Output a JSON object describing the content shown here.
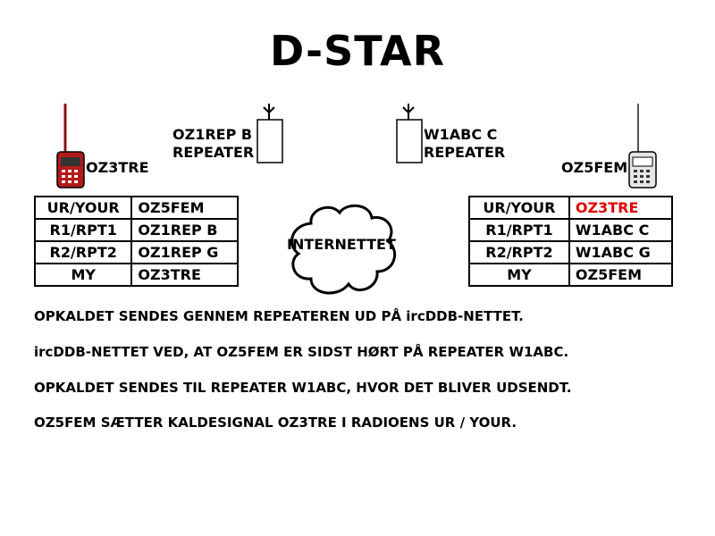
{
  "title": "D-STAR",
  "stations": {
    "left_call": "OZ3TRE",
    "right_call": "OZ5FEM"
  },
  "repeaters": {
    "left": {
      "line1": "OZ1REP B",
      "line2": "REPEATER"
    },
    "right": {
      "line1": "W1ABC C",
      "line2": "REPEATER"
    }
  },
  "cloud_label": "INTERNETTET",
  "left_table": {
    "rows": [
      {
        "key": "UR/YOUR",
        "value": "OZ5FEM"
      },
      {
        "key": "R1/RPT1",
        "value": "OZ1REP B"
      },
      {
        "key": "R2/RPT2",
        "value": "OZ1REP G"
      },
      {
        "key": "MY",
        "value": "OZ3TRE"
      }
    ]
  },
  "right_table": {
    "rows": [
      {
        "key": "UR/YOUR",
        "value": "OZ3TRE"
      },
      {
        "key": "R1/RPT1",
        "value": "W1ABC C"
      },
      {
        "key": "R2/RPT2",
        "value": "W1ABC G"
      },
      {
        "key": "MY",
        "value": "OZ5FEM"
      }
    ],
    "highlight_color": "#e00000"
  },
  "notes": [
    "OPKALDET SENDES GENNEM REPEATEREN UD PÅ ircDDB-NETTET.",
    "ircDDB-NETTET VED, AT OZ5FEM ER SIDST HØRT PÅ REPEATER W1ABC.",
    "OPKALDET SENDES TIL REPEATER W1ABC, HVOR DET BLIVER UDSENDT.",
    "OZ5FEM SÆTTER KALDESIGNAL OZ3TRE I RADIOENS UR / YOUR."
  ],
  "icons": [
    "handheld-radio-red-icon",
    "handheld-radio-gray-icon",
    "repeater-antenna-icon",
    "internet-cloud-icon"
  ]
}
